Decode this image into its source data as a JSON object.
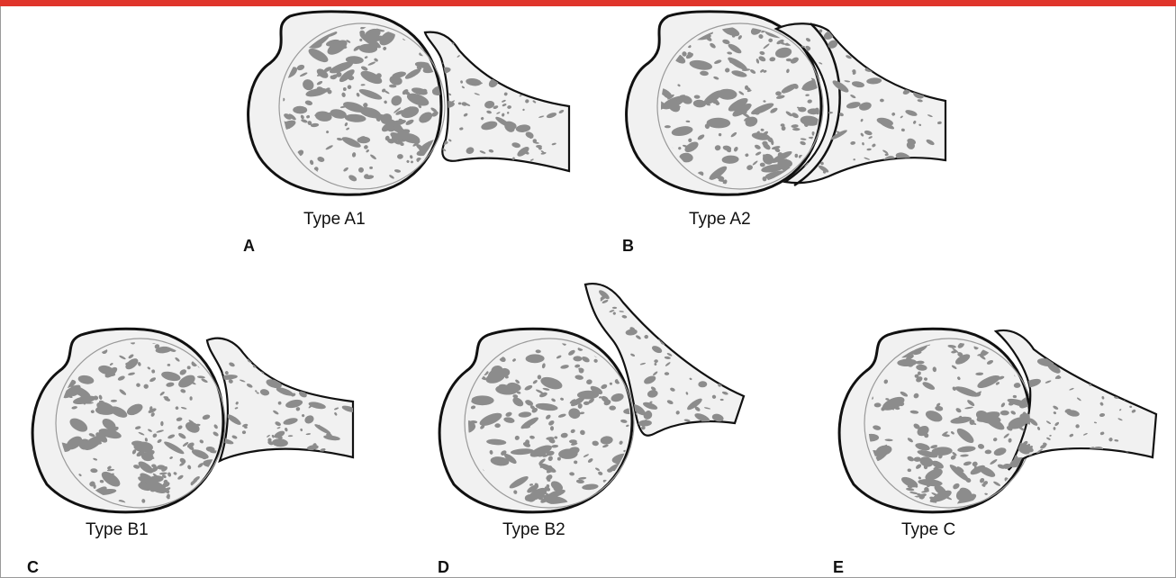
{
  "colors": {
    "accent_bar": "#e0352b",
    "bone_fill": "#f1f1f1",
    "trabecula": "#8c8c8c",
    "outline": "#111111"
  },
  "panels": [
    {
      "letter": "A",
      "label": "Type A1"
    },
    {
      "letter": "B",
      "label": "Type A2"
    },
    {
      "letter": "C",
      "label": "Type B1"
    },
    {
      "letter": "D",
      "label": "Type B2"
    },
    {
      "letter": "E",
      "label": "Type C"
    }
  ]
}
